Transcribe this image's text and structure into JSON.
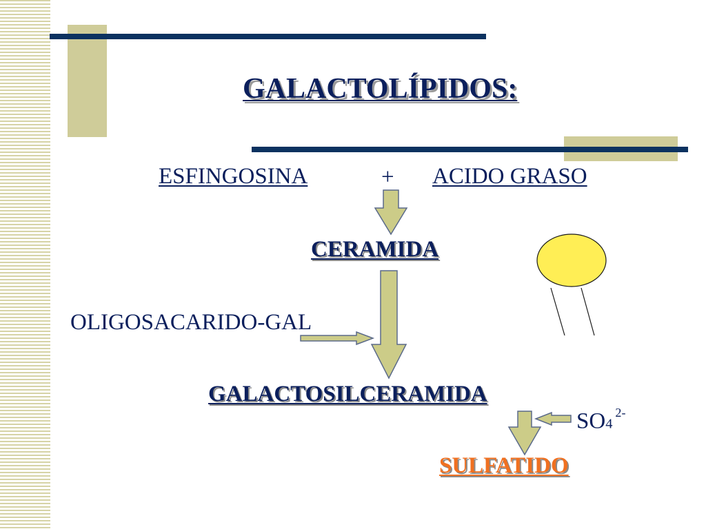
{
  "title": "GALACTOLÍPIDOS:",
  "reactants": {
    "left": "ESFINGOSINA",
    "plus": "+",
    "right": "ACIDO GRASO"
  },
  "steps": {
    "ceramida": "CERAMIDA",
    "oligo": "OLIGOSACARIDO-GAL",
    "galacto": "GALACTOSILCERAMIDA",
    "sulfatido": "SULFATIDO"
  },
  "sulfate": {
    "base": "SO",
    "subscript": "4",
    "charge": "2-"
  },
  "colors": {
    "navy": "#0b3260",
    "olive": "#cfcc99",
    "text": "#0b1f5c",
    "sulfatido": "#f07020",
    "lipid_head": "#ffee55",
    "arrow_fill": "#cccc88"
  }
}
